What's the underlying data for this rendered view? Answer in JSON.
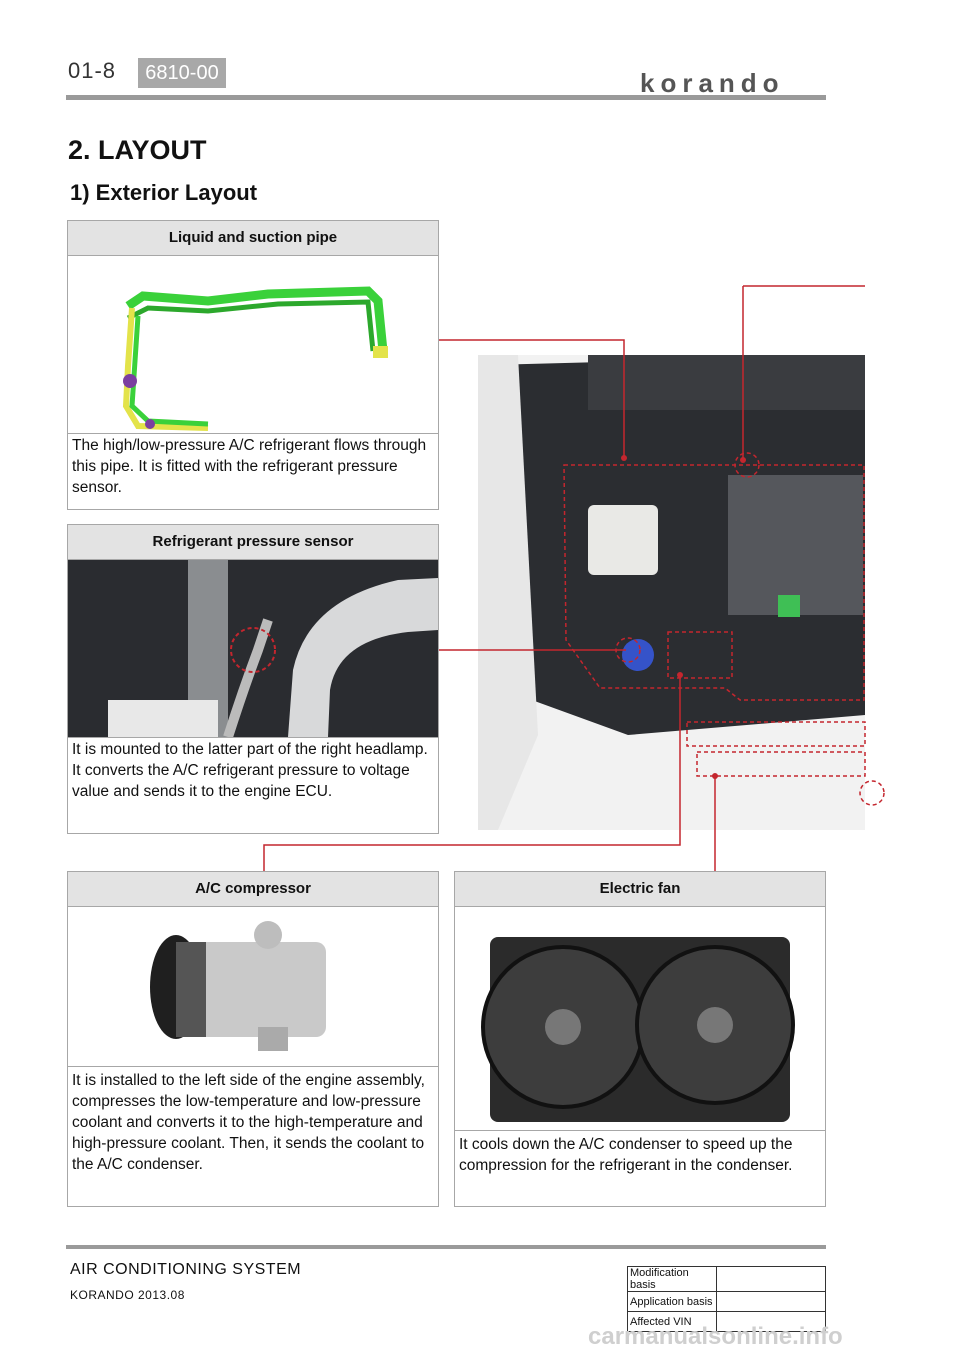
{
  "header": {
    "page_number": "01-8",
    "section_code": "6810-00",
    "brand": "korando"
  },
  "title": "2. LAYOUT",
  "subtitle": "1) Exterior Layout",
  "components": [
    {
      "title": "Liquid and suction pipe",
      "description": "The high/low-pressure A/C refrigerant flows through this pipe. It is fitted with the refrigerant pressure sensor."
    },
    {
      "title": "Refrigerant pressure sensor",
      "description": "It is mounted to the latter part of the right headlamp. It converts the A/C refrigerant pressure to voltage value and sends it to the engine ECU."
    },
    {
      "title": "A/C compressor",
      "description": "It is installed to the left side of the engine assembly, compresses the low-temperature and low-pressure coolant and converts it to the high-temperature and high-pressure coolant. Then, it sends the coolant to the A/C condenser."
    },
    {
      "title": "Electric fan",
      "description": "It cools down the A/C condenser to speed up the compression for the refrigerant in the condenser."
    }
  ],
  "footer": {
    "system_title": "AIR CONDITIONING SYSTEM",
    "model": "KORANDO 2013.08",
    "info_rows": [
      {
        "label": "Modification basis",
        "value": ""
      },
      {
        "label": "Application basis",
        "value": ""
      },
      {
        "label": "Affected VIN",
        "value": ""
      }
    ]
  },
  "watermark": "carmanualsonline.info",
  "colors": {
    "callout": "#c4262e",
    "header_fill": "#e3e3e3",
    "border": "#a7a7a7"
  }
}
